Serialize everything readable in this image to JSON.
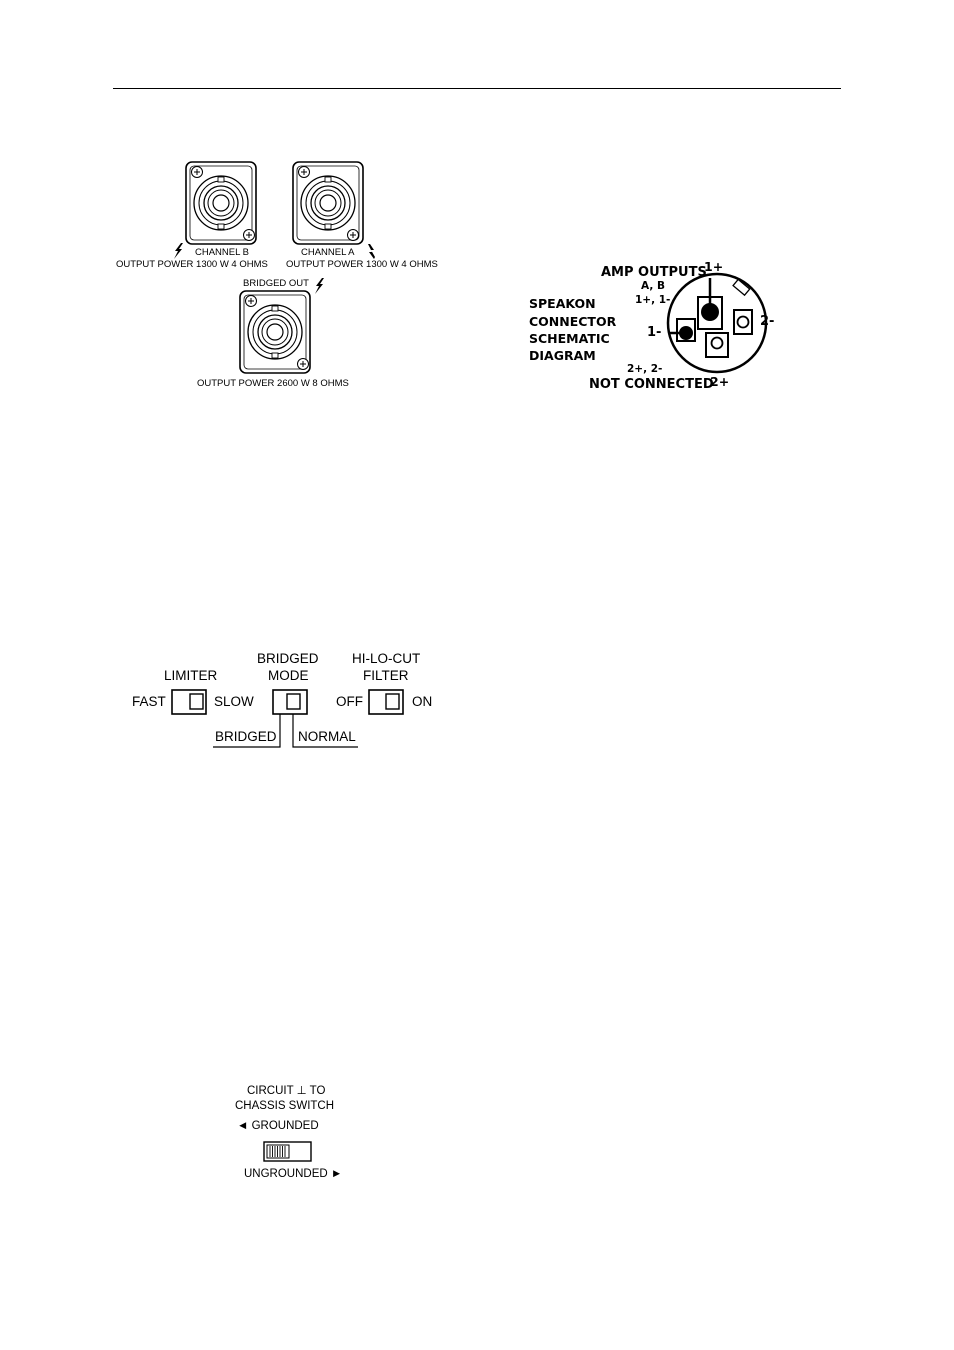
{
  "outputs": {
    "channel_b": {
      "label": "CHANNEL B",
      "power": "OUTPUT POWER 1300 W 4 OHMS"
    },
    "channel_a": {
      "label": "CHANNEL A",
      "power": "OUTPUT POWER 1300 W 4 OHMS"
    },
    "bridged": {
      "label": "BRIDGED OUT",
      "power": "OUTPUT POWER 2600 W 8 OHMS"
    }
  },
  "speakon": {
    "amp_outputs": "AMP OUTPUTS",
    "channels": "A, B",
    "pins_connected": "1+, 1-",
    "title_lines": [
      "SPEAKON",
      "CONNECTOR",
      "SCHEMATIC",
      "DIAGRAM"
    ],
    "pins_unused": "2+, 2-",
    "not_connected": "NOT CONNECTED",
    "pin_1plus": "1+",
    "pin_1minus": "1-",
    "pin_2minus": "2-",
    "pin_2plus": "2+"
  },
  "switches": {
    "limiter": {
      "title": "LIMITER",
      "left": "FAST",
      "right": "SLOW"
    },
    "bridged_mode": {
      "title_line1": "BRIDGED",
      "title_line2": "MODE",
      "left": "BRIDGED",
      "right": "NORMAL"
    },
    "filter": {
      "title_line1": "HI-LO-CUT",
      "title_line2": "FILTER",
      "left": "OFF",
      "right": "ON"
    }
  },
  "ground_switch": {
    "title_line1": "CIRCUIT ⊥ TO",
    "title_line2": "CHASSIS SWITCH",
    "grounded": "◄ GROUNDED",
    "ungrounded": "UNGROUNDED ►"
  }
}
